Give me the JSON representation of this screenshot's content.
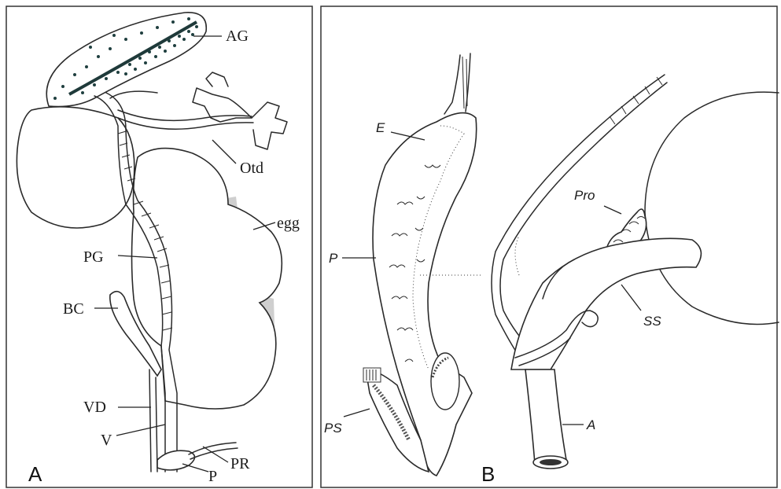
{
  "panel_a": {
    "letter": "A",
    "labels": {
      "ag": "AG",
      "otd": "Otd",
      "egg": "egg",
      "pg": "PG",
      "bc": "BC",
      "vd": "VD",
      "v": "V",
      "pr": "PR",
      "p": "P"
    }
  },
  "panel_b": {
    "letter": "B",
    "labels": {
      "e": "E",
      "p": "P",
      "ps": "PS",
      "pro": "Pro",
      "ss": "SS",
      "a": "A"
    }
  }
}
